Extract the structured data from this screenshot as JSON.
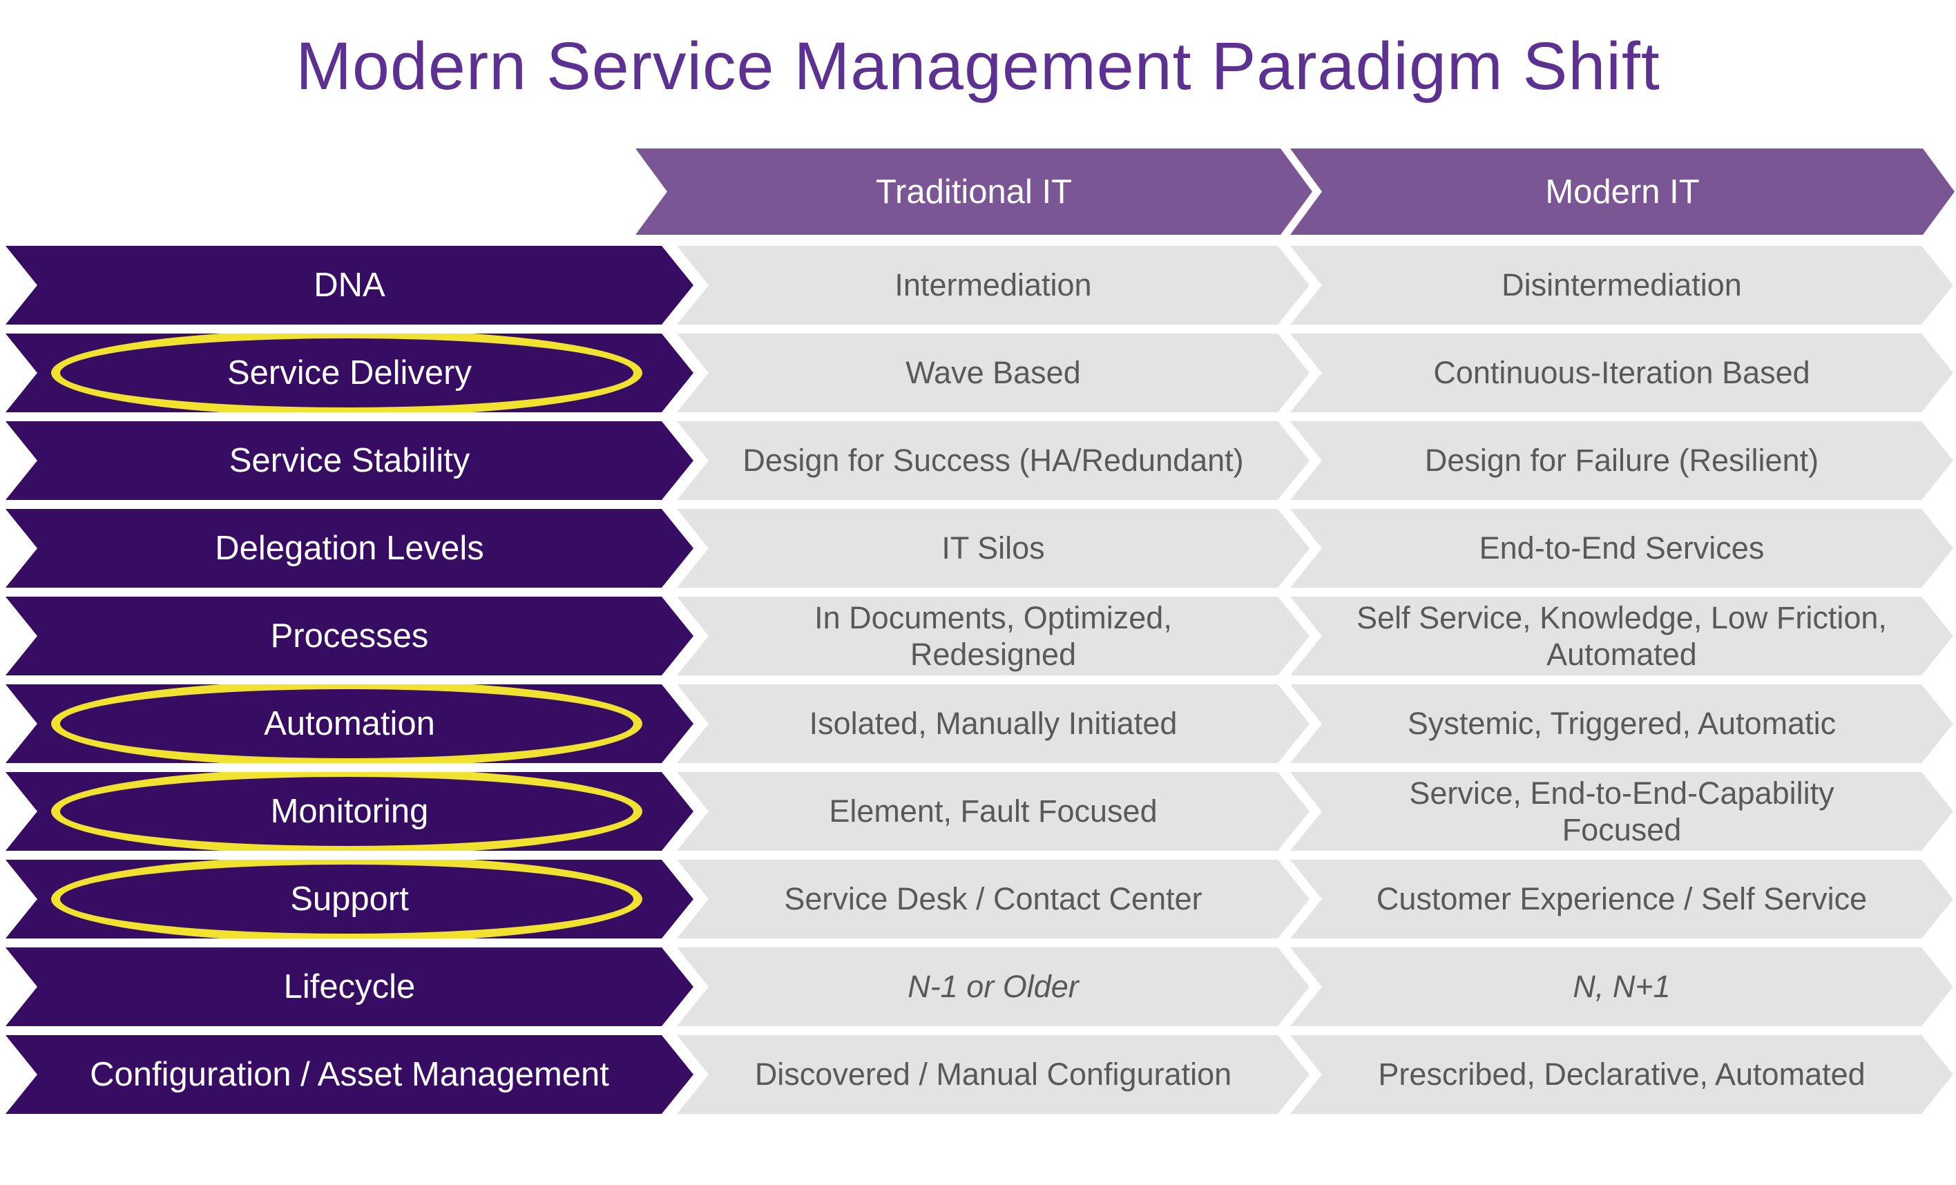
{
  "title": "Modern Service Management Paradigm Shift",
  "columns": {
    "traditional": "Traditional IT",
    "modern": "Modern IT"
  },
  "colors": {
    "title_text": "#5C3192",
    "header_arrow": "#7A5695",
    "row_label_arrow": "#360D63",
    "cell_arrow": "#E3E3E3",
    "cell_text": "#595959",
    "highlight_ellipse": "#F0E22E",
    "label_text": "#FFFFFF"
  },
  "rows": [
    {
      "label": "DNA",
      "traditional": "Intermediation",
      "modern": "Disintermediation",
      "circled": false
    },
    {
      "label": "Service Delivery",
      "traditional": "Wave Based",
      "modern": "Continuous-Iteration Based",
      "circled": true
    },
    {
      "label": "Service Stability",
      "traditional": "Design for Success (HA/Redundant)",
      "modern": "Design for Failure (Resilient)",
      "circled": false
    },
    {
      "label": "Delegation Levels",
      "traditional": "IT Silos",
      "modern": "End-to-End Services",
      "circled": false
    },
    {
      "label": "Processes",
      "traditional": "In Documents, Optimized, Redesigned",
      "modern": "Self Service, Knowledge, Low Friction, Automated",
      "circled": false
    },
    {
      "label": "Automation",
      "traditional": "Isolated, Manually Initiated",
      "modern": "Systemic, Triggered, Automatic",
      "circled": true
    },
    {
      "label": "Monitoring",
      "traditional": "Element, Fault Focused",
      "modern": "Service, End-to-End-Capability Focused",
      "circled": true
    },
    {
      "label": "Support",
      "traditional": "Service Desk / Contact Center",
      "modern": "Customer Experience / Self Service",
      "circled": true
    },
    {
      "label": "Lifecycle",
      "traditional": "N-1 or Older",
      "modern": "N, N+1",
      "circled": false,
      "italic_traditional": true,
      "italic_modern": true
    },
    {
      "label": "Configuration / Asset Management",
      "traditional": "Discovered / Manual Configuration",
      "modern": "Prescribed, Declarative, Automated",
      "circled": false
    }
  ]
}
